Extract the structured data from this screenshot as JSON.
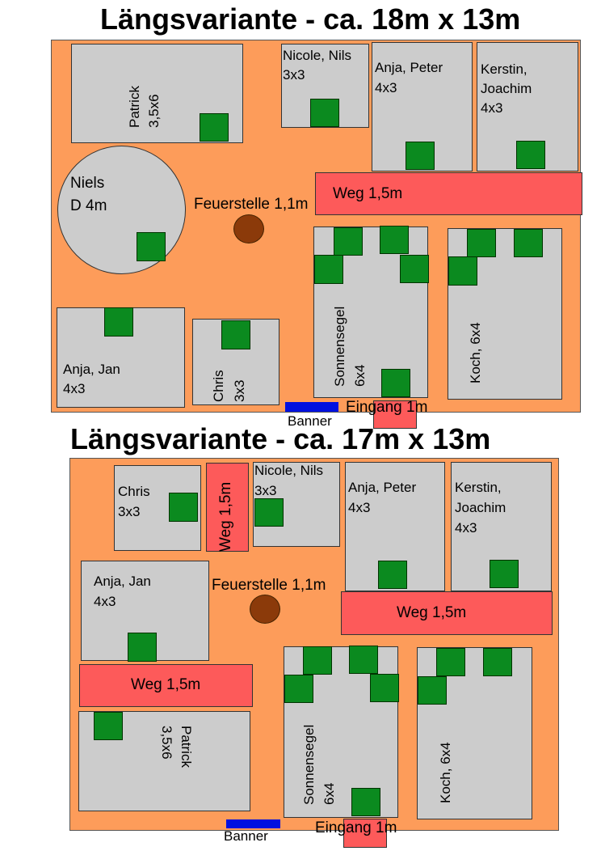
{
  "layouts": [
    {
      "title": "Längsvariante - ca. 18m x 13m",
      "plots": {
        "patrick": {
          "name": "Patrick",
          "size": "3,5x6"
        },
        "nicole": {
          "name": "Nicole, Nils",
          "size": "3x3"
        },
        "anja_peter": {
          "name": "Anja, Peter",
          "size": "4x3"
        },
        "kerstin": {
          "name": "Kerstin,",
          "name2": "Joachim",
          "size": "4x3"
        },
        "niels": {
          "name": "Niels",
          "size": "D 4m"
        },
        "anja_jan": {
          "name": "Anja, Jan",
          "size": "4x3"
        },
        "chris": {
          "name": "Chris",
          "size": "3x3"
        },
        "sonnensegel": {
          "name": "Sonnensegel",
          "size": "6x4"
        },
        "koch": {
          "name": "Koch, 6x4"
        }
      },
      "weg": [
        "Weg 1,5m"
      ],
      "fire": "Feuerstelle 1,1m",
      "entrance": "Eingang 1m",
      "banner": "Banner"
    },
    {
      "title": "Längsvariante - ca. 17m x 13m",
      "plots": {
        "chris": {
          "name": "Chris",
          "size": "3x3"
        },
        "nicole": {
          "name": "Nicole, Nils",
          "size": "3x3"
        },
        "anja_peter": {
          "name": "Anja, Peter",
          "size": "4x3"
        },
        "kerstin": {
          "name": "Kerstin,",
          "name2": "Joachim",
          "size": "4x3"
        },
        "anja_jan": {
          "name": "Anja, Jan",
          "size": "4x3"
        },
        "patrick": {
          "name": "Patrick",
          "size": "3,5x6"
        },
        "sonnensegel": {
          "name": "Sonnensegel",
          "size": "6x4"
        },
        "koch": {
          "name": "Koch, 6x4"
        }
      },
      "weg": [
        "Weg 1,5m",
        "Weg 1,5m",
        "Weg 1,5m"
      ],
      "fire": "Feuerstelle 1,1m",
      "entrance": "Eingang 1m",
      "banner": "Banner"
    }
  ],
  "colors": {
    "ground": "#fd9c5a",
    "plot": "#cccccc",
    "path": "#fd5a5a",
    "tent": "#0b8a1f",
    "fire": "#8b3a0a",
    "banner": "#0010e0"
  }
}
